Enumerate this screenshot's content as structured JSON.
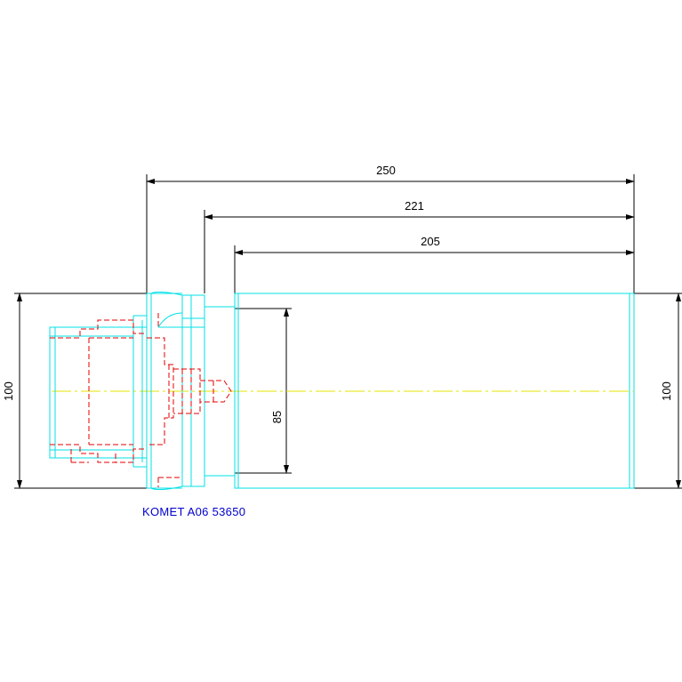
{
  "colors": {
    "outline": "#00e0e6",
    "hidden": "#e60000",
    "centerline": "#e6e600",
    "dimension": "#000000",
    "label": "#0000cc"
  },
  "dimensions": {
    "length_overall": "250",
    "length_mid": "221",
    "length_body": "205",
    "diameter_left": "100",
    "diameter_right": "100",
    "diameter_bore": "85"
  },
  "part_label": "KOMET A06 53650"
}
